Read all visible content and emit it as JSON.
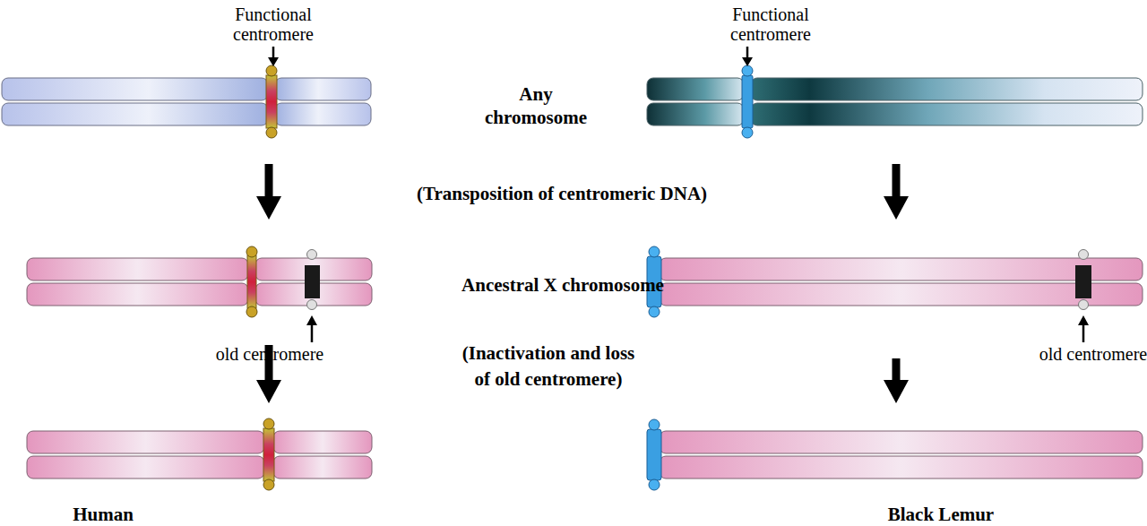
{
  "diagram": {
    "nodes": [
      {
        "text": [
          "Functional centromere"
        ]
      },
      {
        "text": [
          "Functional centromere"
        ]
      },
      {
        "text": [
          "old centromere"
        ]
      },
      {
        "text": [
          "old centromere"
        ]
      },
      {
        "text": [
          "Human"
        ]
      },
      {
        "text": [
          "Black Lemur"
        ]
      }
    ],
    "edges": [
      {
        "from": 0,
        "to": 2,
        "arrow": "to"
      },
      {
        "from": 1,
        "to": 3,
        "arrow": "to"
      },
      {
        "from": 2,
        "to": 4,
        "arrow": "to"
      },
      {
        "from": 3,
        "to": 5,
        "arrow": "to"
      }
    ],
    "labels": [
      "Any chromosome",
      "(Transposition of centromeric DNA)",
      "Ancestral X chromosome",
      "(Inactivation and loss of old centromere)"
    ]
  }
}
